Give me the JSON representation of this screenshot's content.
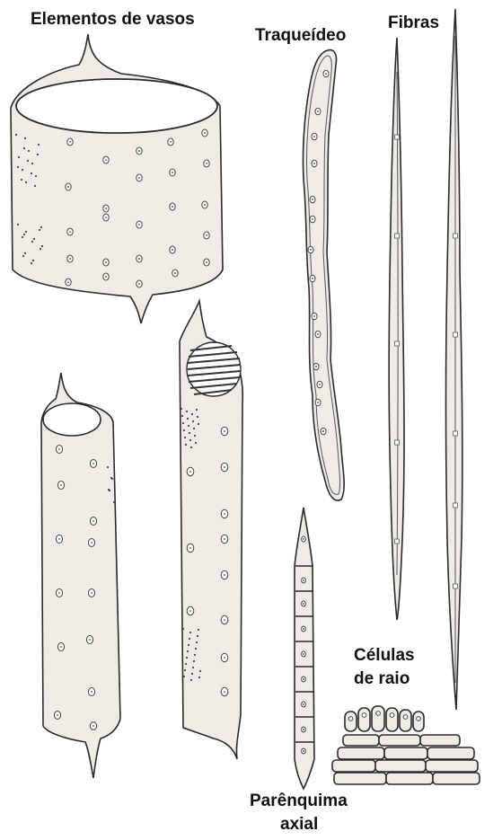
{
  "labels": {
    "vessel_elements": "Elementos de vasos",
    "tracheid": "Traqueídeo",
    "fibers": "Fibras",
    "ray_cells_line1": "Células",
    "ray_cells_line2": "de raio",
    "axial_parenchyma_line1": "Parênquima",
    "axial_parenchyma_line2": "axial"
  },
  "colors": {
    "cell_fill": "#efece6",
    "outline": "#2a2a2a",
    "background": "#ffffff"
  }
}
